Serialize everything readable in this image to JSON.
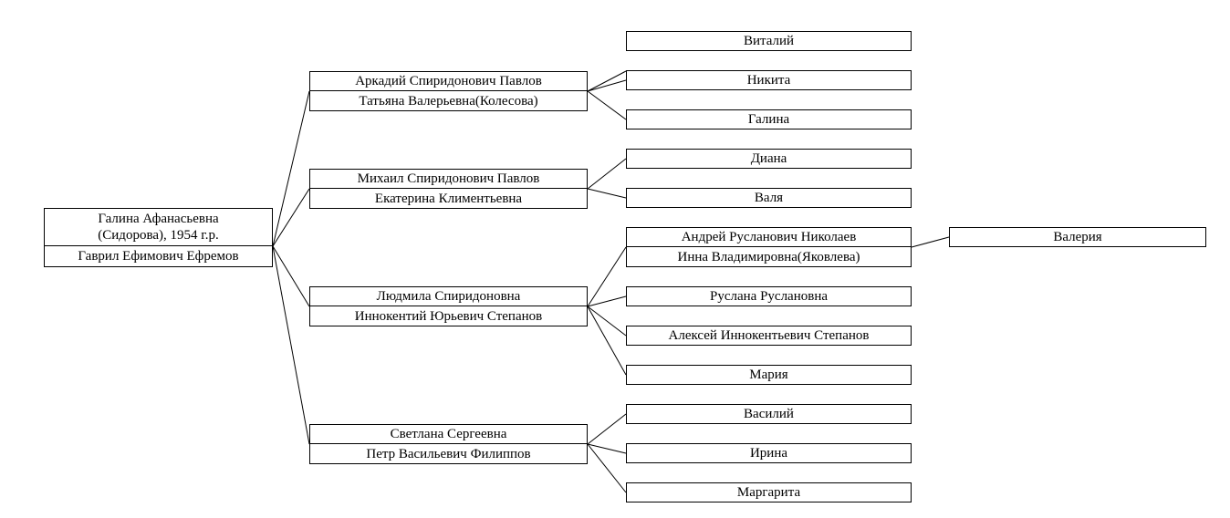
{
  "root": {
    "name_line1": "Галина Афанасьевна",
    "name_line2": "(Сидорова), 1954 г.р.",
    "spouse": "Гаврил Ефимович Ефремов"
  },
  "children": [
    {
      "name": "Аркадий Спиридонович Павлов",
      "spouse": "Татьяна Валерьевна(Колесова)",
      "children": [
        "Виталий",
        "Никита",
        "Галина"
      ]
    },
    {
      "name": "Михаил Спиридонович Павлов",
      "spouse": "Екатерина Климентьевна",
      "children": [
        "Диана",
        "Валя"
      ]
    },
    {
      "name": "Людмила Спиридоновна",
      "spouse": "Иннокентий Юрьевич Степанов",
      "children": [
        {
          "name": "Андрей Русланович Николаев",
          "spouse": "Инна Владимировна(Яковлева)",
          "children": [
            "Валерия"
          ]
        },
        "Руслана Руслановна",
        "Алексей Иннокентьевич Степанов",
        "Мария"
      ]
    },
    {
      "name": "Светлана Сергеевна",
      "spouse": "Петр Васильевич Филиппов",
      "children": [
        "Василий",
        "Ирина",
        "Маргарита"
      ]
    }
  ],
  "colors": {
    "line": "#000000",
    "box_border": "#000000",
    "background": "#ffffff"
  }
}
